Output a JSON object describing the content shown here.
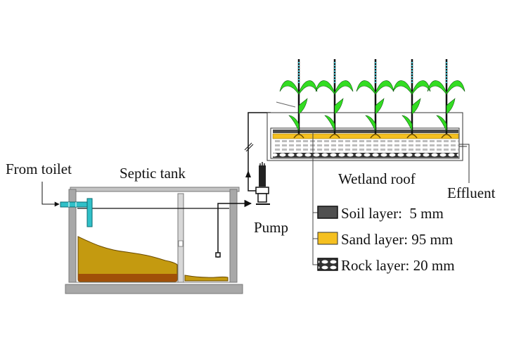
{
  "labels": {
    "from_toilet": "From toilet",
    "septic_tank": "Septic tank",
    "pump": "Pump",
    "wetland_roof": "Wetland roof",
    "effluent": "Effluent"
  },
  "legend": [
    {
      "name": "Soil layer",
      "value": "Soil layer:  5 mm",
      "color": "#505050"
    },
    {
      "name": "Sand layer",
      "value": "Sand layer: 95 mm",
      "color": "#f5c020"
    },
    {
      "name": "Rock layer",
      "value": "Rock layer: 20 mm",
      "color": "#2a2a2a"
    }
  ],
  "colors": {
    "tank_wall": "#a8a8a8",
    "sludge_light": "#c49a10",
    "sludge_dark": "#a05008",
    "inlet_pipe": "#30c0c8",
    "plant_leaf": "#33dd22",
    "plant_stem": "#111111",
    "soil": "#4a4a4a",
    "sand": "#f5c020",
    "rock_bg": "#d8d8d8"
  },
  "plant_count": 5
}
